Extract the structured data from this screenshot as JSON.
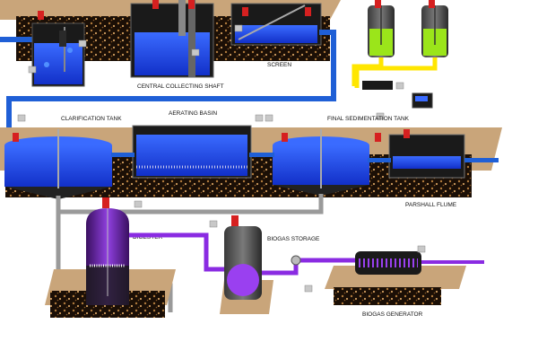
{
  "labels": {
    "central_collecting_shaft": "CENTRAL COLLECTING SHAFT",
    "screen": "SCREEN",
    "clarification_tank": "CLARIFICATION TANK",
    "aerating_basin": "AERATING BASIN",
    "final_sedimentation_tank": "FINAL SEDIMENTATION TANK",
    "parshall_flume": "PARSHALL FLUME",
    "digester": "DIGESTER",
    "biogas_storage": "BIOGAS STORAGE",
    "biogas_generator": "BIOGAS GENERATOR"
  },
  "colors": {
    "water": "#1a3fe0",
    "water_light": "#3a6bff",
    "pipe_blue": "#1f5fd6",
    "pipe_yellow": "#ffe600",
    "pipe_gray": "#9a9a9a",
    "pipe_purple": "#8a2be2",
    "ground": "#c9a57a",
    "soil": "#1b0f06",
    "chem_green": "#9be51a"
  },
  "icons": {
    "valve": "red-valve-icon",
    "panel": "control-panel-icon",
    "indicator": "gray-indicator-tag-icon"
  }
}
